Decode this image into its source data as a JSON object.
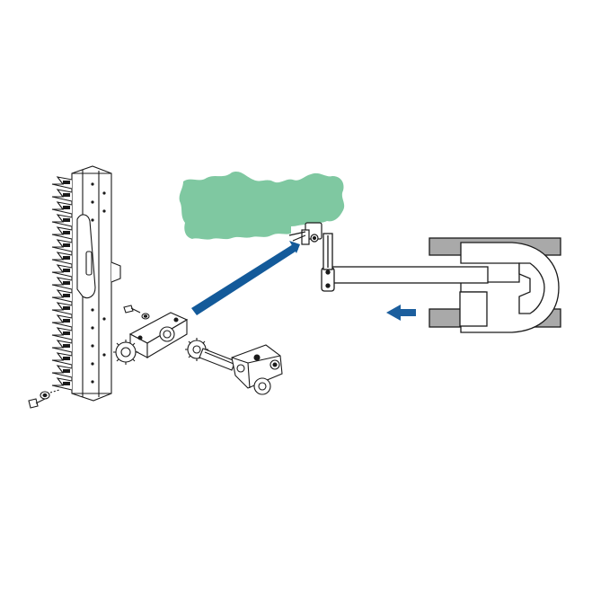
{
  "figure": {
    "kind": "exploded-assembly-illustration",
    "colors": {
      "line": "#1a1a1a",
      "hedge": "#7fc8a1",
      "track": "#a9a9a9",
      "callout": "#135a9a",
      "arrow": "#1c5f9e"
    },
    "icons": [
      "hedge-foliage",
      "excavator-top-view",
      "cutter-bar-assembly",
      "direction-arrow"
    ]
  }
}
